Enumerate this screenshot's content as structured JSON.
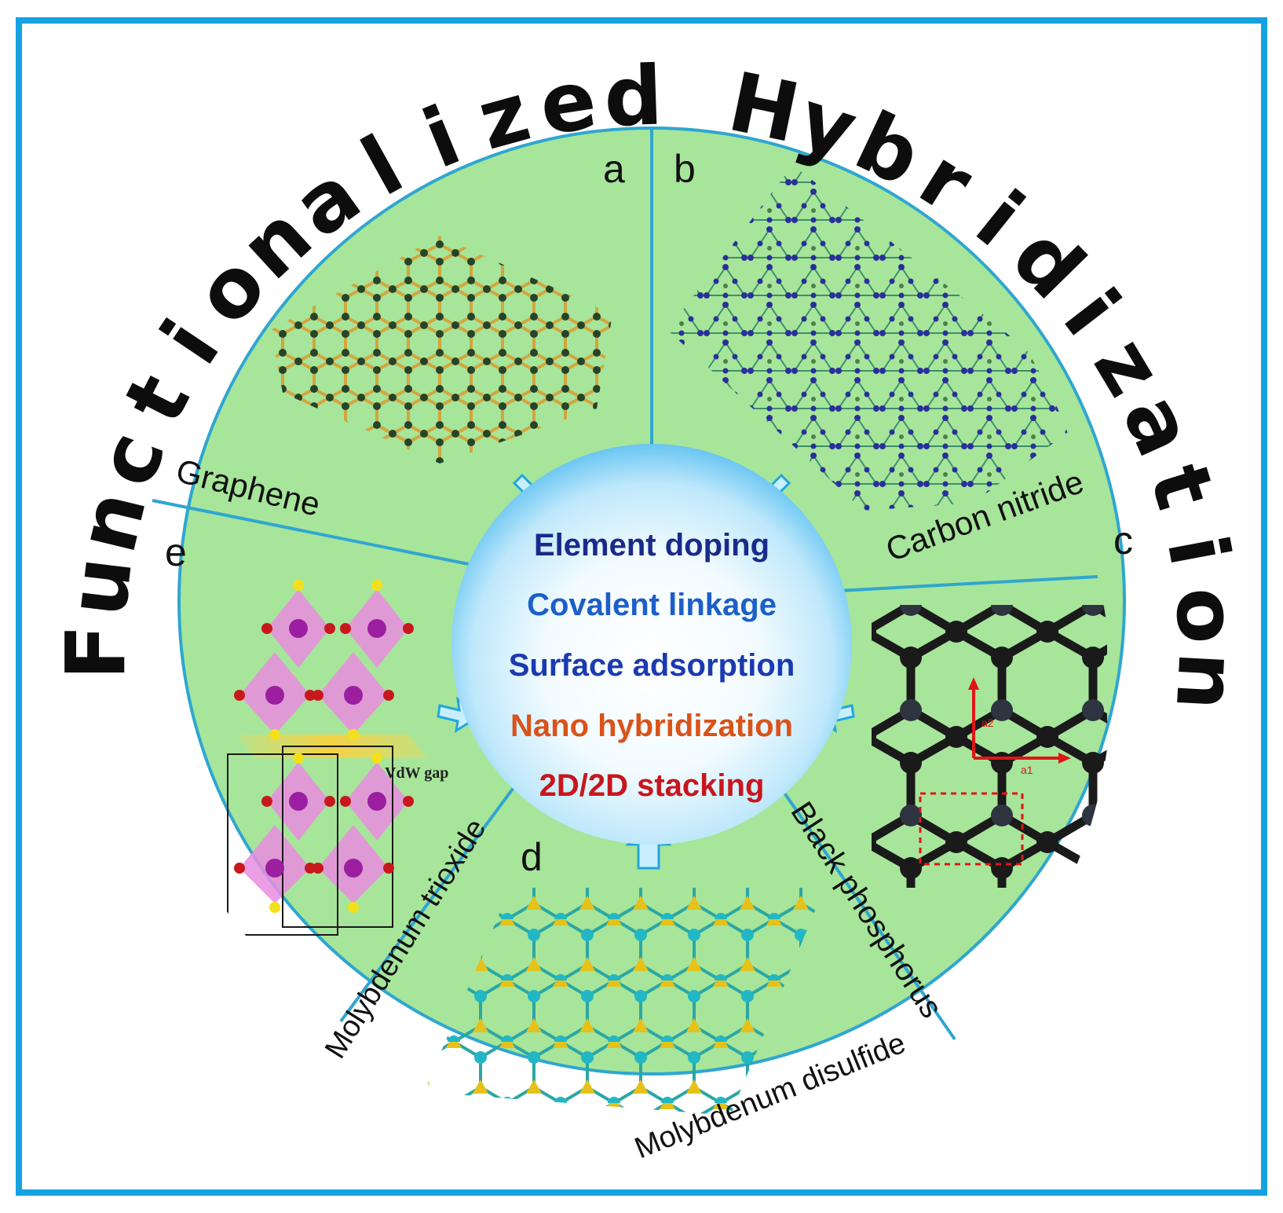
{
  "title": "Functionalized Hybridization",
  "panels": [
    {
      "letter": "a",
      "name": "Graphene"
    },
    {
      "letter": "b",
      "name": "Carbon nitride"
    },
    {
      "letter": "c",
      "name": "Black phosphorus"
    },
    {
      "letter": "d",
      "name": "Molybdenum disulfide"
    },
    {
      "letter": "e",
      "name": "Molybdenum trioxide"
    }
  ],
  "methods": [
    "Element doping",
    "Covalent linkage",
    "Surface adsorption",
    "Nano hybridization",
    "2D/2D stacking"
  ],
  "annotations": {
    "vdw_gap": "VdW gap",
    "lattice_a1": "a1",
    "lattice_a2": "a2"
  },
  "colors": {
    "frame": "#14a2e2",
    "panel_fill": "#a7e59a",
    "divider": "#2fa6d0",
    "title": "#0d0d0d",
    "method_dark_blue": "#1a2a8a",
    "method_blue": "#1b5fc9",
    "method_orange": "#d9531a",
    "method_red": "#c8161d"
  }
}
